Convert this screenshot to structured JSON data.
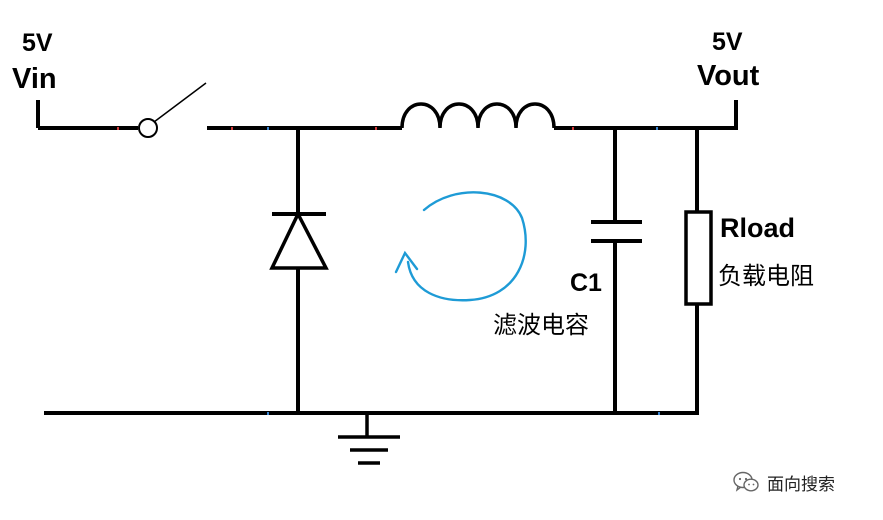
{
  "labels": {
    "vin_voltage": "5V",
    "vin_name": "Vin",
    "vout_voltage": "5V",
    "vout_name": "Vout",
    "capacitor_name": "C1",
    "capacitor_desc": "滤波电容",
    "load_name": "Rload",
    "load_desc": "负载电阻"
  },
  "watermark": {
    "text": "面向搜索",
    "icon": "wechat-icon"
  },
  "colors": {
    "wire": "#000000",
    "current_arrow": "#1e9bd6"
  }
}
